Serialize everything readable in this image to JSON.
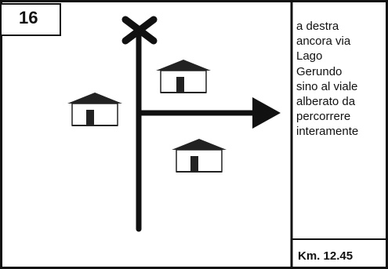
{
  "step": {
    "number": "16"
  },
  "instruction": {
    "lines": [
      "a destra",
      "ancora via",
      "Lago",
      "Gerundo",
      "sino al viale",
      "alberato da",
      "percorrere",
      "interamente"
    ]
  },
  "distance": {
    "label": "Km. 12.45"
  }
}
